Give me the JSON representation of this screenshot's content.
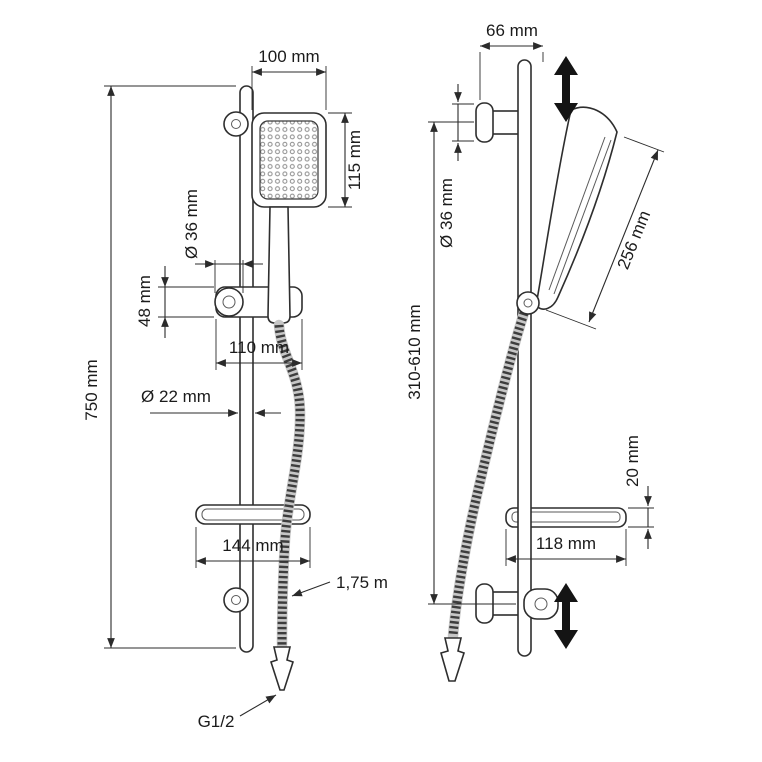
{
  "drawing": {
    "front": {
      "head_width": "100 mm",
      "head_height": "115 mm",
      "holder_diameter": "Ø 36 mm",
      "holder_height": "48 mm",
      "holder_width": "110 mm",
      "rail_diameter": "Ø 22 mm",
      "bar_height": "750 mm",
      "shelf_width": "144 mm",
      "hose_length": "1,75 m",
      "connection": "G1/2"
    },
    "side": {
      "wall_offset": "66 mm",
      "bracket_diameter": "Ø 36 mm",
      "head_length": "256 mm",
      "holder_range": "310-610 mm",
      "shelf_thickness": "20 mm",
      "shelf_depth": "118 mm"
    }
  }
}
